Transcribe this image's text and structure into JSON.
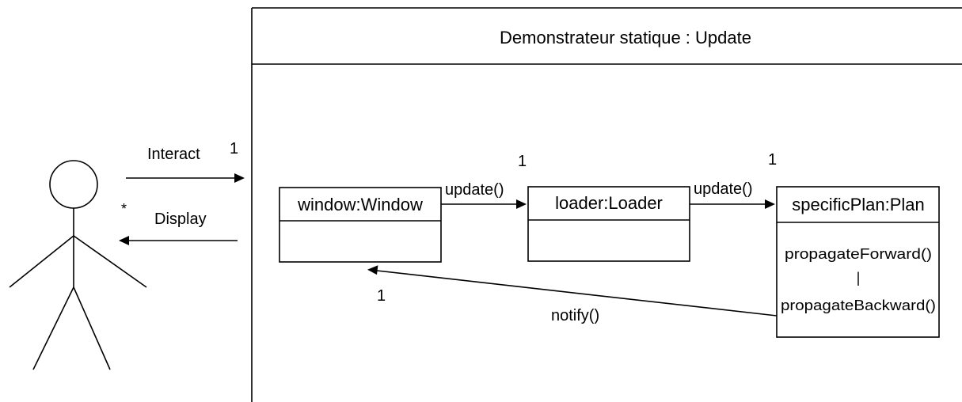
{
  "frame": {
    "title": "Demonstrateur statique : Update"
  },
  "actor": {
    "interact_label": "Interact",
    "interact_multiplicity": "1",
    "display_label": "Display",
    "display_multiplicity": "*"
  },
  "objects": {
    "window": {
      "name": "window:Window"
    },
    "loader": {
      "name": "loader:Loader"
    },
    "plan": {
      "name": "specificPlan:Plan",
      "method_forward": "propagateForward()",
      "separator": "|",
      "method_backward": "propagateBackward()"
    }
  },
  "messages": {
    "window_to_loader": {
      "label": "update()",
      "multiplicity": "1"
    },
    "loader_to_plan": {
      "label": "update()",
      "multiplicity": "1"
    },
    "plan_to_window": {
      "label": "notify()",
      "multiplicity": "1"
    }
  }
}
